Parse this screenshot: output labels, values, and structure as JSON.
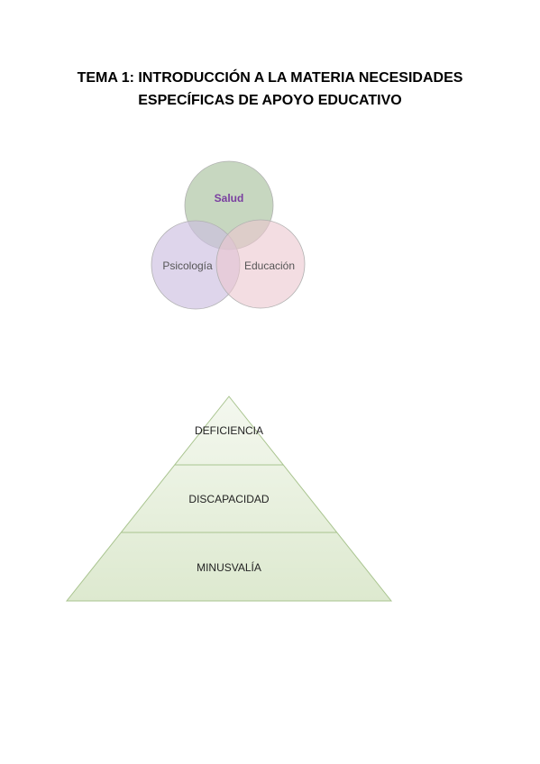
{
  "document": {
    "title_line1": "TEMA 1: INTRODUCCIÓN A LA MATERIA NECESIDADES",
    "title_line2": "ESPECÍFICAS DE APOYO EDUCATIVO"
  },
  "venn": {
    "top_label": "Salud",
    "left_label": "Psicología",
    "right_label": "Educación",
    "colors": {
      "top_fill": "#b9cdb0",
      "left_fill": "#cdbfe0",
      "right_fill": "#ebc6cf",
      "top_text": "#7a3fa0",
      "side_text": "#555555"
    }
  },
  "pyramid": {
    "levels": [
      {
        "label": "DEFICIENCIA"
      },
      {
        "label": "DISCAPACIDAD"
      },
      {
        "label": "MINUSVALÍA"
      }
    ],
    "colors": {
      "fill_top": "#f4f8ef",
      "fill_bottom": "#dde9cf",
      "stroke": "#a9c48f"
    }
  }
}
